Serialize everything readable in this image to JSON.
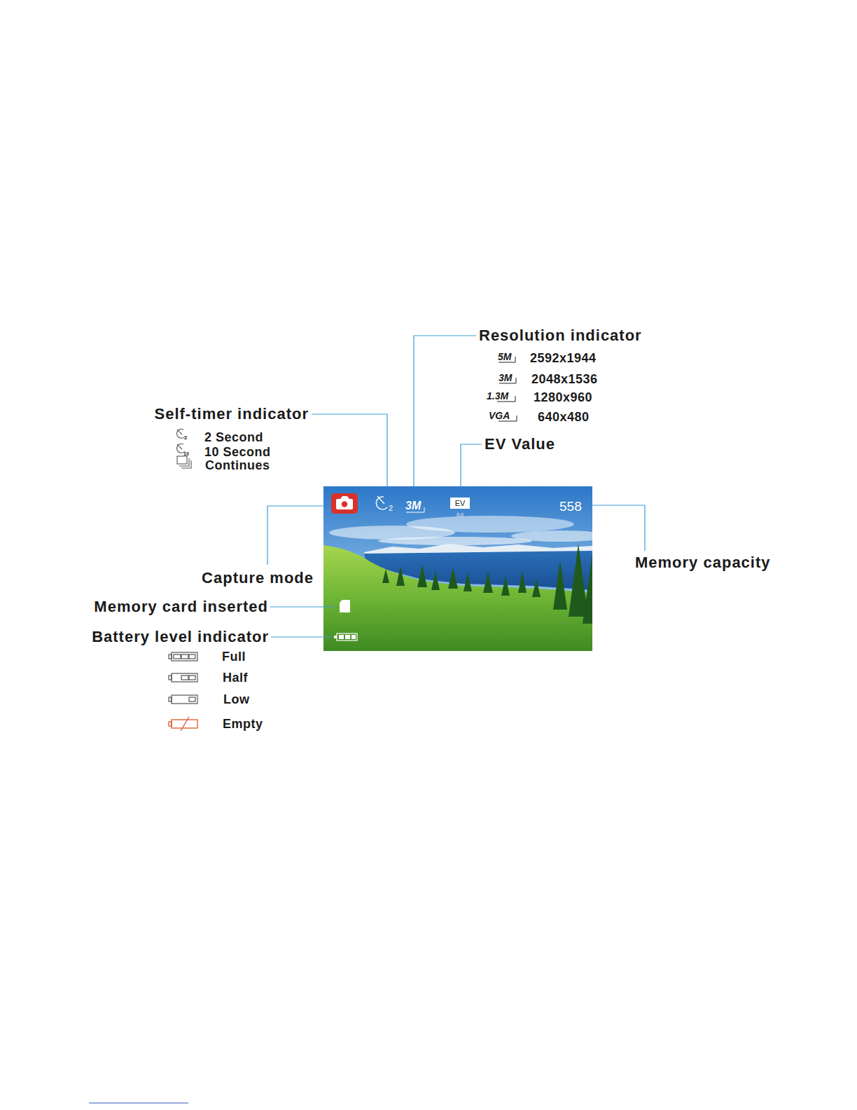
{
  "diagram": {
    "labels": [
      "Resolution indicator",
      "5M",
      "2592x1944",
      "3M",
      "2048x1536",
      "1.3M",
      "1280x960",
      "VGA",
      "640x480",
      "Self-timer indicator",
      "2",
      "2 Second",
      "10",
      "10 Second",
      "Continues",
      "EV Value",
      "2",
      "3M",
      "EV",
      "0.0",
      "558",
      "Memory capacity",
      "Capture mode",
      "Memory card inserted",
      "Battery level indicator",
      "Full",
      "Half",
      "Low",
      "Empty"
    ]
  }
}
